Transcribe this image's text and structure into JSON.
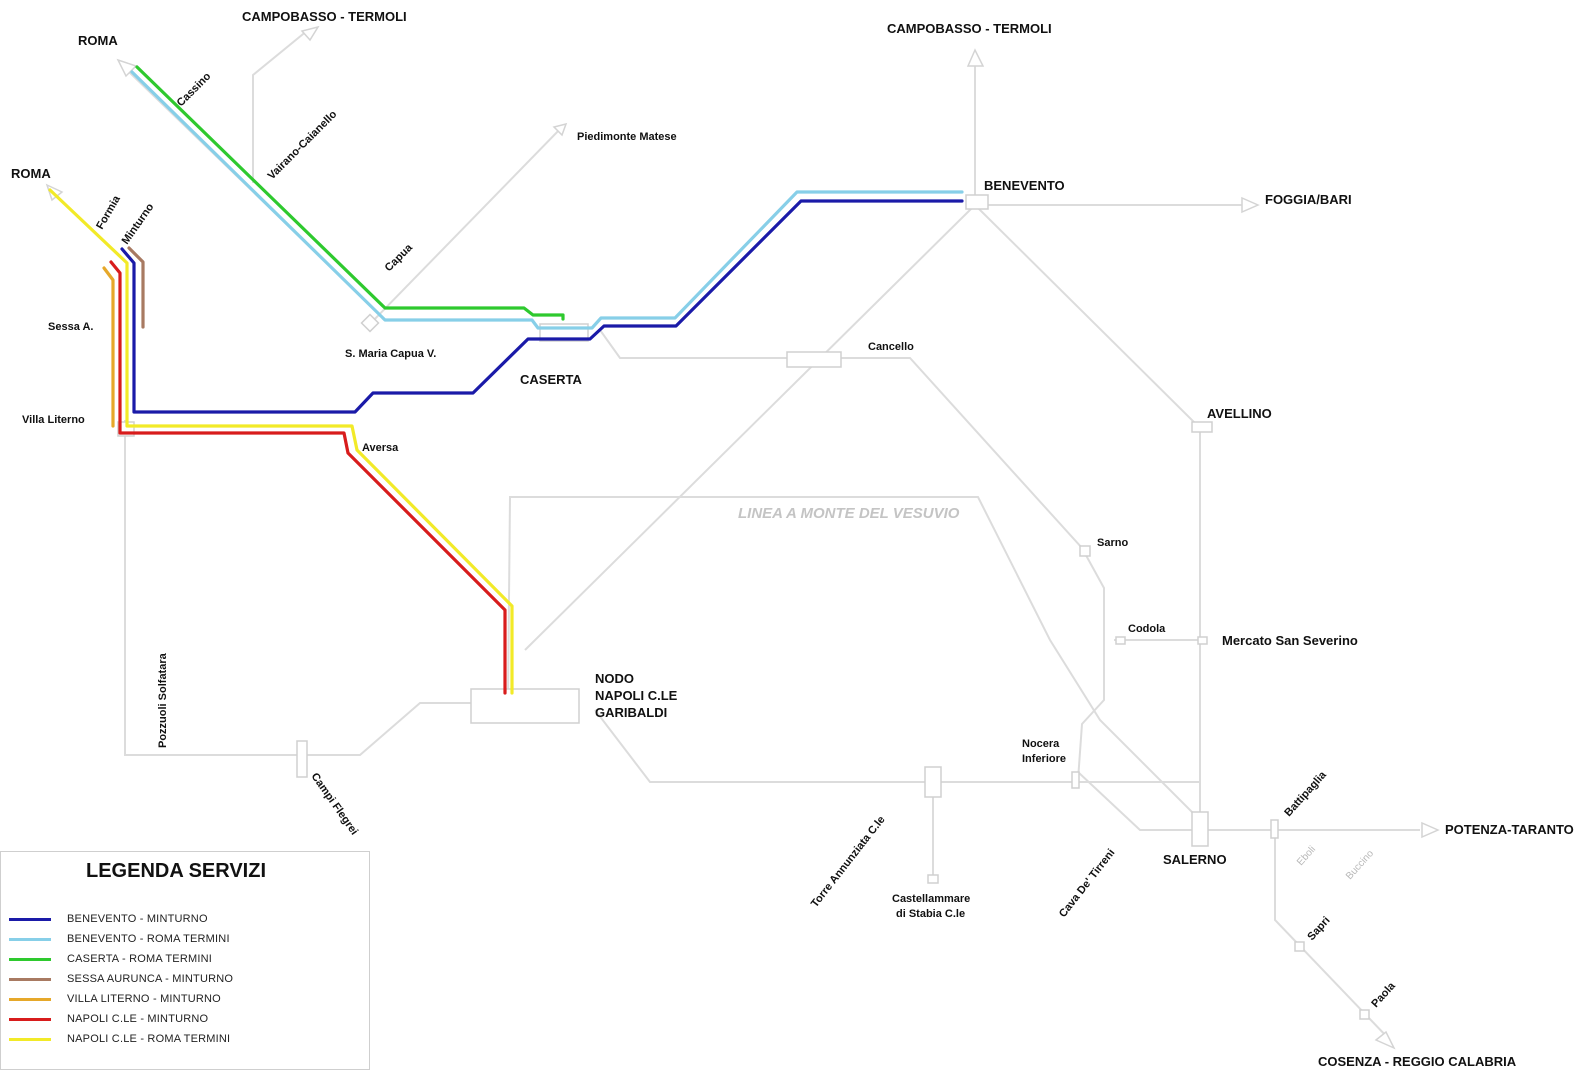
{
  "title": "",
  "direction_labels": {
    "roma_north": "ROMA",
    "roma_west": "ROMA",
    "campobasso_left": "CAMPOBASSO - TERMOLI",
    "campobasso_right": "CAMPOBASSO - TERMOLI",
    "foggia_bari": "FOGGIA/BARI",
    "potenza_taranto": "POTENZA-TARANTO",
    "cosenza_reggio": "COSENZA - REGGIO CALABRIA"
  },
  "major_stations": {
    "benevento": "BENEVENTO",
    "caserta": "CASERTA",
    "avellino": "AVELLINO",
    "salerno": "SALERNO",
    "napoli_line1": "NODO",
    "napoli_line2": "NAPOLI C.LE",
    "napoli_line3": "GARIBALDI"
  },
  "stations": {
    "cassino": "Cassino",
    "vairano": "Vairano-Caianello",
    "capua": "Capua",
    "piedimonte": "Piedimonte Matese",
    "santa_maria": "S. Maria Capua V.",
    "formia": "Formia",
    "minturno": "Minturno",
    "sessa": "Sessa A.",
    "villa_literno": "Villa Literno",
    "aversa": "Aversa",
    "cancello": "Cancello",
    "sarno": "Sarno",
    "codola": "Codola",
    "mercato": "Mercato San Severino",
    "nocera_1": "Nocera",
    "nocera_2": "Inferiore",
    "pozzuoli": "Pozzuoli Solfatara",
    "campi_flegrei": "Campi Flegrei",
    "torre_annunziata": "Torre Annunziata C.le",
    "castellammare_1": "Castellammare",
    "castellammare_2": "di Stabia C.le",
    "cava": "Cava De' Tirreni",
    "battipaglia": "Battipaglia",
    "sapri": "Sapri",
    "paola": "Paola",
    "eboli": "Eboli",
    "buccino": "Buccino"
  },
  "line_label": "LINEA A MONTE DEL VESUVIO",
  "legend": {
    "title": "LEGENDA SERVIZI",
    "items": [
      {
        "label": "BENEVENTO - MINTURNO",
        "color": "#1a1aa8"
      },
      {
        "label": "BENEVENTO - ROMA TERMINI",
        "color": "#87cfe8"
      },
      {
        "label": "CASERTA - ROMA TERMINI",
        "color": "#2ec92e"
      },
      {
        "label": "SESSA AURUNCA - MINTURNO",
        "color": "#a87a62"
      },
      {
        "label": "VILLA LITERNO - MINTURNO",
        "color": "#e6a82a"
      },
      {
        "label": "NAPOLI C.LE - MINTURNO",
        "color": "#d81c1c"
      },
      {
        "label": "NAPOLI C.LE - ROMA TERMINI",
        "color": "#f2ea28"
      }
    ]
  },
  "colors": {
    "background": "#ffffff",
    "inactive_track": "#dcdcdc",
    "label_text": "#111111"
  }
}
